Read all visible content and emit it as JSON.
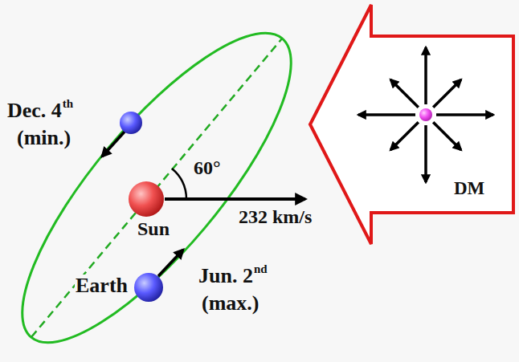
{
  "diagram": {
    "nodes": [
      {
        "text": [
          "DM"
        ]
      }
    ],
    "labels": [
      "Dec. 4",
      "th",
      "(min.)",
      "60°",
      "Sun",
      "232 km/s",
      "Earth",
      "Jun. 2",
      "nd",
      "(max.)"
    ]
  }
}
